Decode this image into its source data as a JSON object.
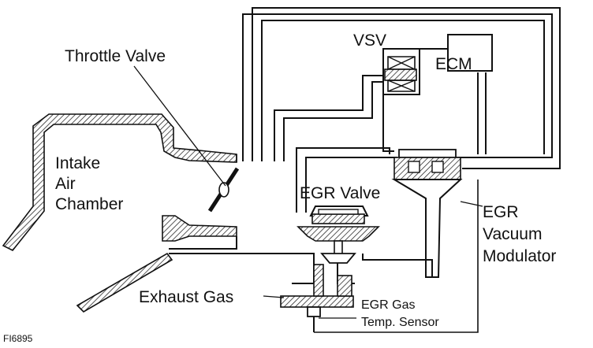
{
  "labels": {
    "vsv": "VSV",
    "ecm": "ECM",
    "throttle_valve": "Throttle Valve",
    "intake_line1": "Intake",
    "intake_line2": "Air",
    "intake_line3": "Chamber",
    "egr_valve": "EGR Valve",
    "modulator_line1": "EGR",
    "modulator_line2": "Vacuum",
    "modulator_line3": "Modulator",
    "exhaust_gas": "Exhaust Gas",
    "sensor_line1": "EGR Gas",
    "sensor_line2": "Temp. Sensor",
    "figure_id": "FI6895"
  },
  "colors": {
    "ink": "#111111",
    "paper": "#ffffff"
  }
}
